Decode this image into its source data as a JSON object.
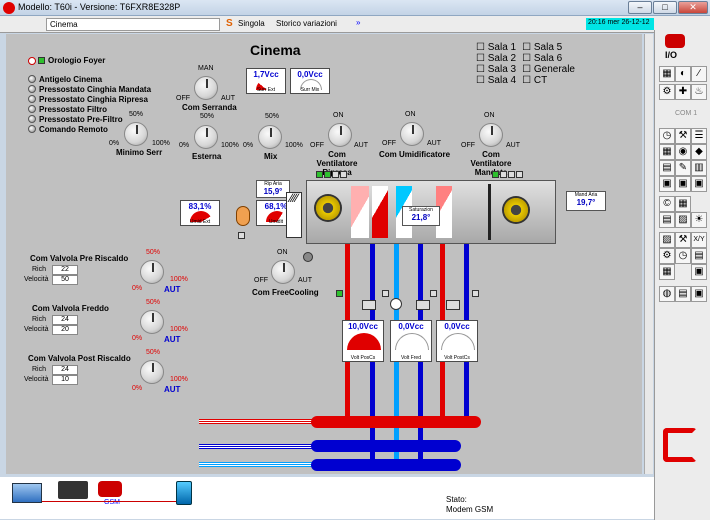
{
  "window": {
    "title": "Modello: T60i - Versione: T6FXR8E328P"
  },
  "toolbar": {
    "page": "Cinema",
    "mode": "Singola",
    "history": "Storico variazioni",
    "clock": "20:16  mer 26-12-12"
  },
  "page_title": "Cinema",
  "orologio": "Orologio Foyer",
  "status_list": [
    "Antigelo Cinema",
    "Pressostato Cinghia Mandata",
    "Pressostato Cinghia Ripresa",
    "Pressostato Filtro",
    "Pressostato Pre-Filtro",
    "Comando Remoto"
  ],
  "sale": {
    "col1": [
      "Sala 1",
      "Sala 2",
      "Sala 3",
      "Sala 4"
    ],
    "col2": [
      "Sala 5",
      "Sala 6",
      "Generale",
      "CT"
    ]
  },
  "knobs": {
    "min_serr": {
      "label": "Minimo Serr",
      "top": "50%",
      "l": "0%",
      "r": "100%"
    },
    "serranda": {
      "label": "Com Serranda",
      "top": "MAN",
      "l": "OFF",
      "r": "AUT"
    },
    "esterna": {
      "label": "Esterna",
      "top": "50%",
      "l": "0%",
      "r": "100%"
    },
    "mix": {
      "label": "Mix",
      "top": "50%",
      "l": "0%",
      "r": "100%"
    },
    "vent_ripresa": {
      "label": "Com Ventilatore Ripresa",
      "top": "ON",
      "l": "OFF",
      "r": "AUT"
    },
    "umidificatore": {
      "label": "Com Umidificatore",
      "top": "ON",
      "l": "OFF",
      "r": "AUT"
    },
    "vent_mandata": {
      "label": "Com Ventilatore Mandata",
      "top": "ON",
      "l": "OFF",
      "r": "AUT"
    },
    "freecooling": {
      "label": "Com FreeCooling",
      "top": "ON",
      "l": "OFF",
      "r": "AUT"
    }
  },
  "gauges": {
    "surr_ext": {
      "value": "1,7Vcc",
      "name": "Surr Ext"
    },
    "surr_mix": {
      "value": "0,0Vcc",
      "name": "Surr Mix"
    },
    "umid_ext": {
      "value": "83,1%",
      "name": "Umid Ext"
    },
    "umidit": {
      "value": "68,1%",
      "name": "Umidit"
    },
    "volt_postc": {
      "value": "10,0Vcc",
      "name": "Volt PosCs"
    },
    "volt_fred": {
      "value": "0,0Vcc",
      "name": "Volt Fred"
    },
    "volt_postcs2": {
      "value": "0,0Vcc",
      "name": "Volt PostCs"
    }
  },
  "temps": {
    "rip_aria": {
      "label": "Rip Aria",
      "value": "15,9°"
    },
    "saturazion": {
      "label": "Saturazion",
      "value": "21,8°"
    },
    "mand_aria": {
      "label": "Mand Aria",
      "value": "19,7°"
    }
  },
  "valves": [
    {
      "title": "Com Valvola Pre Riscaldo",
      "rich_label": "Rich",
      "rich": "22",
      "vel_label": "Velocità",
      "vel": "50",
      "top": "50%",
      "l": "0%",
      "r": "100%",
      "mode": "AUT"
    },
    {
      "title": "Com Valvola Freddo",
      "rich_label": "Rich",
      "rich": "24",
      "vel_label": "Velocità",
      "vel": "20",
      "top": "50%",
      "l": "0%",
      "r": "100%",
      "mode": "AUT"
    },
    {
      "title": "Com Valvola Post Riscaldo",
      "rich_label": "Rich",
      "rich": "24",
      "vel_label": "Velocità",
      "vel": "10",
      "top": "50%",
      "l": "0%",
      "r": "100%",
      "mode": "AUT"
    }
  ],
  "footer": {
    "stato_label": "Stato:",
    "stato_value": "Modem GSM",
    "gsm": "GSM"
  },
  "sidebar": {
    "com": "COM 1"
  },
  "colors": {
    "red_pipe": "#e00000",
    "blue_pipe": "#0000d0",
    "cyan_pipe": "#00a0ff",
    "cyan_clock": "#00e5e5"
  }
}
